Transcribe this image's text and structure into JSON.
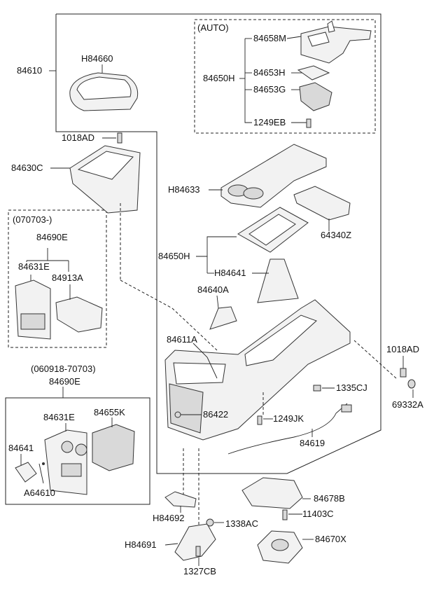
{
  "callouts": {
    "auto_group": "(AUTO)",
    "p84658M": "84658M",
    "p84650H_auto": "84650H",
    "p84653H": "84653H",
    "p84653G": "84653G",
    "p1249EB": "1249EB",
    "p84610": "84610",
    "pH84660": "H84660",
    "p1018AD_top": "1018AD",
    "p84630C": "84630C",
    "pH84633": "H84633",
    "p64340Z": "64340Z",
    "p84650H": "84650H",
    "pH84641": "H84641",
    "group_070703": "(070703-)",
    "p84690E_a": "84690E",
    "p84631E_a": "84631E",
    "p84913A": "84913A",
    "p84640A": "84640A",
    "p84611A": "84611A",
    "p1018AD_right": "1018AD",
    "p69332A": "69332A",
    "p1335CJ": "1335CJ",
    "p86422": "86422",
    "p1249JK": "1249JK",
    "p84619": "84619",
    "group_060918": "(060918-70703)",
    "p84690E_b": "84690E",
    "p84631E_b": "84631E",
    "p84655K": "84655K",
    "p84641": "84641",
    "pA64610": "A64610",
    "p84678B": "84678B",
    "pH84692": "H84692",
    "p1338AC": "1338AC",
    "p11403C": "11403C",
    "pH84691": "H84691",
    "p84670X": "84670X",
    "p1327CB": "1327CB"
  }
}
